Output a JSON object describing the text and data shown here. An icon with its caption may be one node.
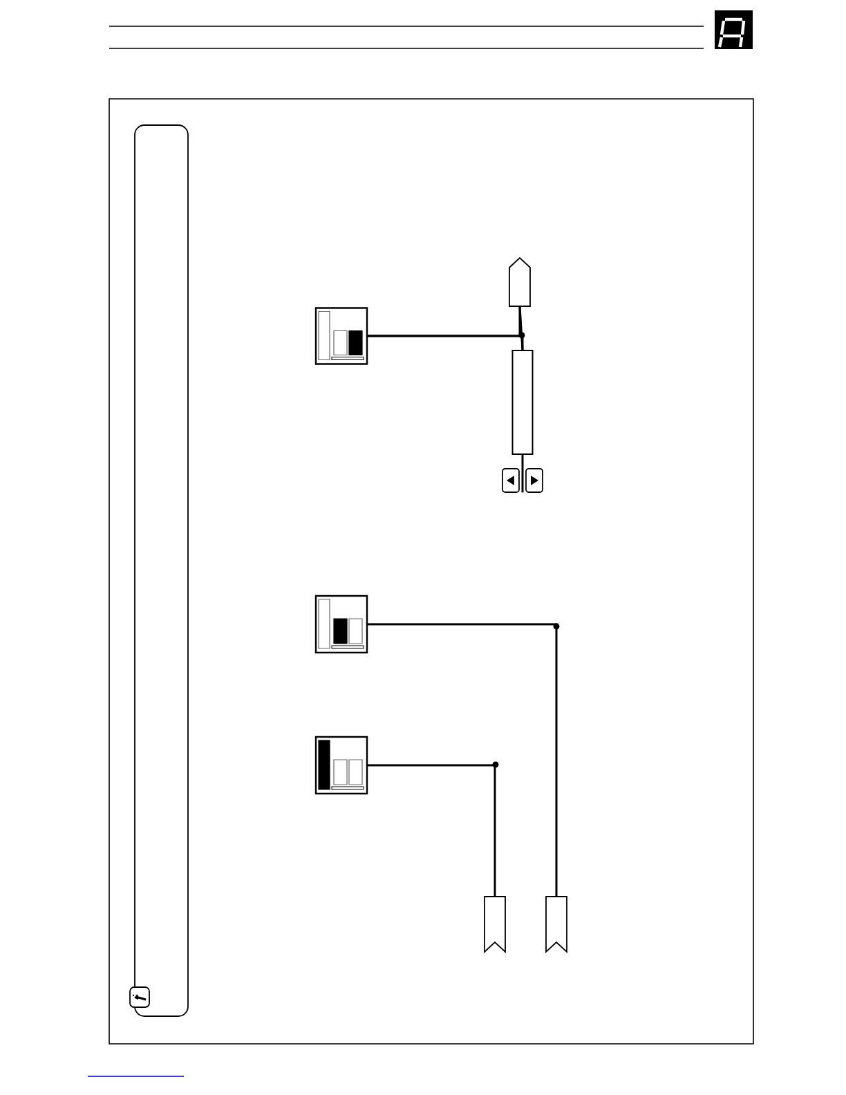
{
  "diagram": {
    "nodes": [
      {
        "text": [],
        "shape": "pentagon"
      },
      {
        "text": [],
        "shape": "box"
      },
      {
        "text": [],
        "shape": "bar"
      },
      {
        "text": [],
        "shape": "box"
      },
      {
        "text": [],
        "shape": "box"
      },
      {
        "text": [],
        "shape": "flag"
      },
      {
        "text": [],
        "shape": "flag"
      }
    ],
    "edges": [
      {
        "from": 1,
        "to": 0,
        "arrow": "none"
      },
      {
        "from": 1,
        "to": 2,
        "arrow": "none"
      },
      {
        "from": 0,
        "to": 2,
        "arrow": "none"
      },
      {
        "from": 2,
        "to": null,
        "arrow": "none"
      },
      {
        "from": 3,
        "to": 6,
        "arrow": "none"
      },
      {
        "from": 4,
        "to": 5,
        "arrow": "none"
      }
    ]
  }
}
